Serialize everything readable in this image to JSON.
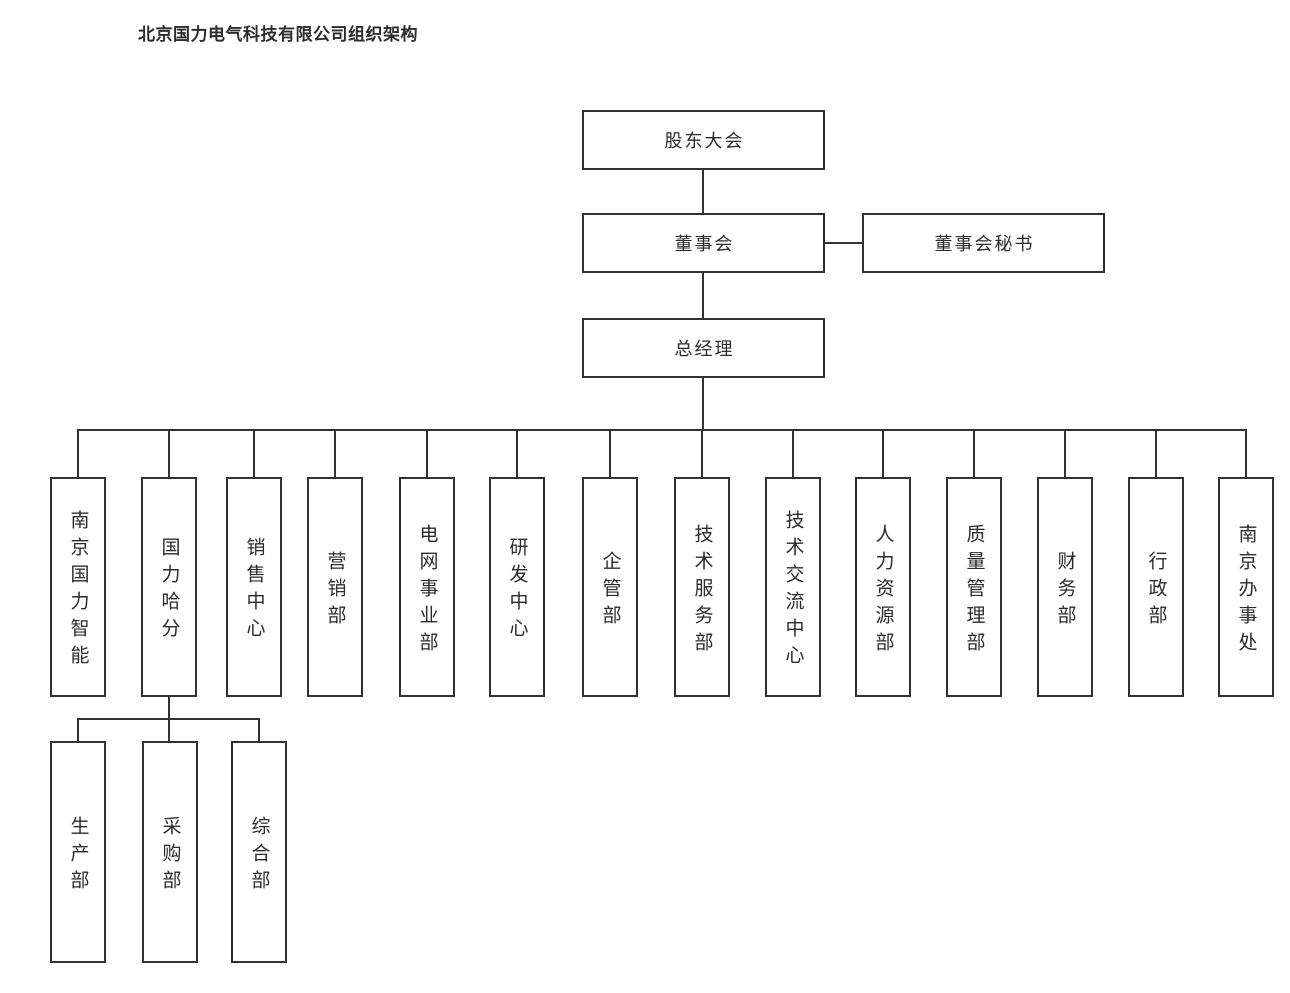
{
  "title": "北京国力电气科技有限公司组织架构",
  "org": {
    "shareholders": "股东大会",
    "board": "董事会",
    "board_secretary": "董事会秘书",
    "general_manager": "总经理",
    "departments": [
      "南京国力智能",
      "国力哈分",
      "销售中心",
      "营销部",
      "电网事业部",
      "研发中心",
      "企管部",
      "技术服务部",
      "技术交流中心",
      "人力资源部",
      "质量管理部",
      "财务部",
      "行政部",
      "南京办事处"
    ],
    "hafen_subdepartments": [
      "生产部",
      "采购部",
      "综合部"
    ]
  },
  "colors": {
    "line": "#323232",
    "text": "#2b2b2b",
    "background": "#ffffff"
  }
}
